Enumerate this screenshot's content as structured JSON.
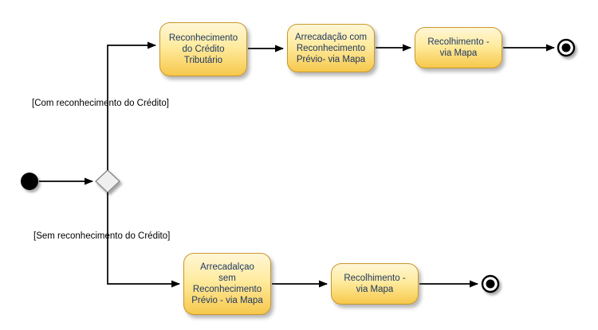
{
  "diagram": {
    "type": "uml-activity-diagram",
    "guards": {
      "with_recognition": "[Com reconhecimento do Crédito]",
      "without_recognition": "[Sem reconhecimento do Crédito]"
    },
    "nodes": [
      {
        "label": "Reconhecimento\ndo Crédito\nTributário"
      },
      {
        "label": "Arrecadação com\nReconhecimento\nPrévio- via Mapa"
      },
      {
        "label": "Recolhimento -\nvia Mapa"
      },
      {
        "label": "Arrecadalçao\nsem\nReconhecimento\nPrévio - via Mapa"
      },
      {
        "label": "Recolhimento -\nvia Mapa"
      }
    ],
    "symbols": {
      "initial_node": "filled-black-circle",
      "decision_node": "diamond",
      "final_node": "bullseye-circle"
    },
    "colors": {
      "node_fill_top": "#FFF6D6",
      "node_fill_bottom": "#F6C84C",
      "node_border": "#C9972B",
      "node_text": "#1F3864",
      "edge": "#000000",
      "decision_fill": "#EFEFEF",
      "decision_border": "#8A8A8A"
    }
  }
}
